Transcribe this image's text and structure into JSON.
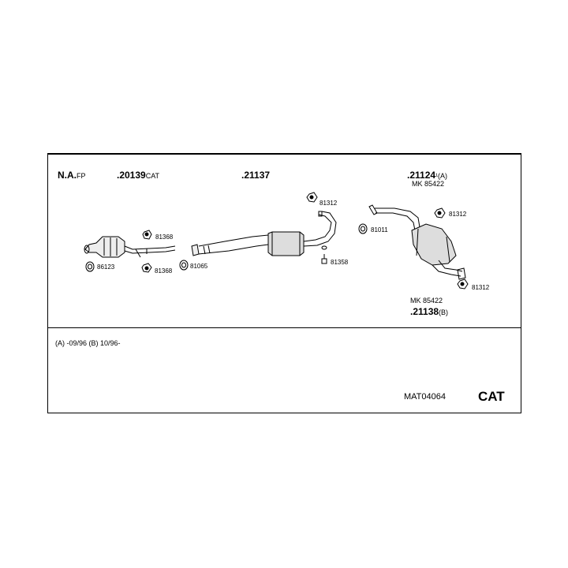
{
  "header": {
    "na_label": "N.A.",
    "na_suffix": "FP",
    "part1_number": ".20139",
    "part1_suffix": "CAT",
    "part2_number": ".21137",
    "part3_number": ".21124",
    "part3_suffix": "¹(A)",
    "part3_mk": "MK 85422"
  },
  "lower_muffler": {
    "mk": "MK 85422",
    "number": ".21138",
    "suffix": "(B)"
  },
  "part_labels": {
    "p86123": "86123",
    "p81368a": "81368",
    "p81368b": "81368",
    "p81065": "81065",
    "p81312a": "81312",
    "p81011": "81011",
    "p81358": "81358",
    "p81312b": "81312",
    "p81312c": "81312"
  },
  "footnote": "(A) -09/96 (B) 10/96-",
  "code": "MAT04064",
  "badge": "CAT"
}
